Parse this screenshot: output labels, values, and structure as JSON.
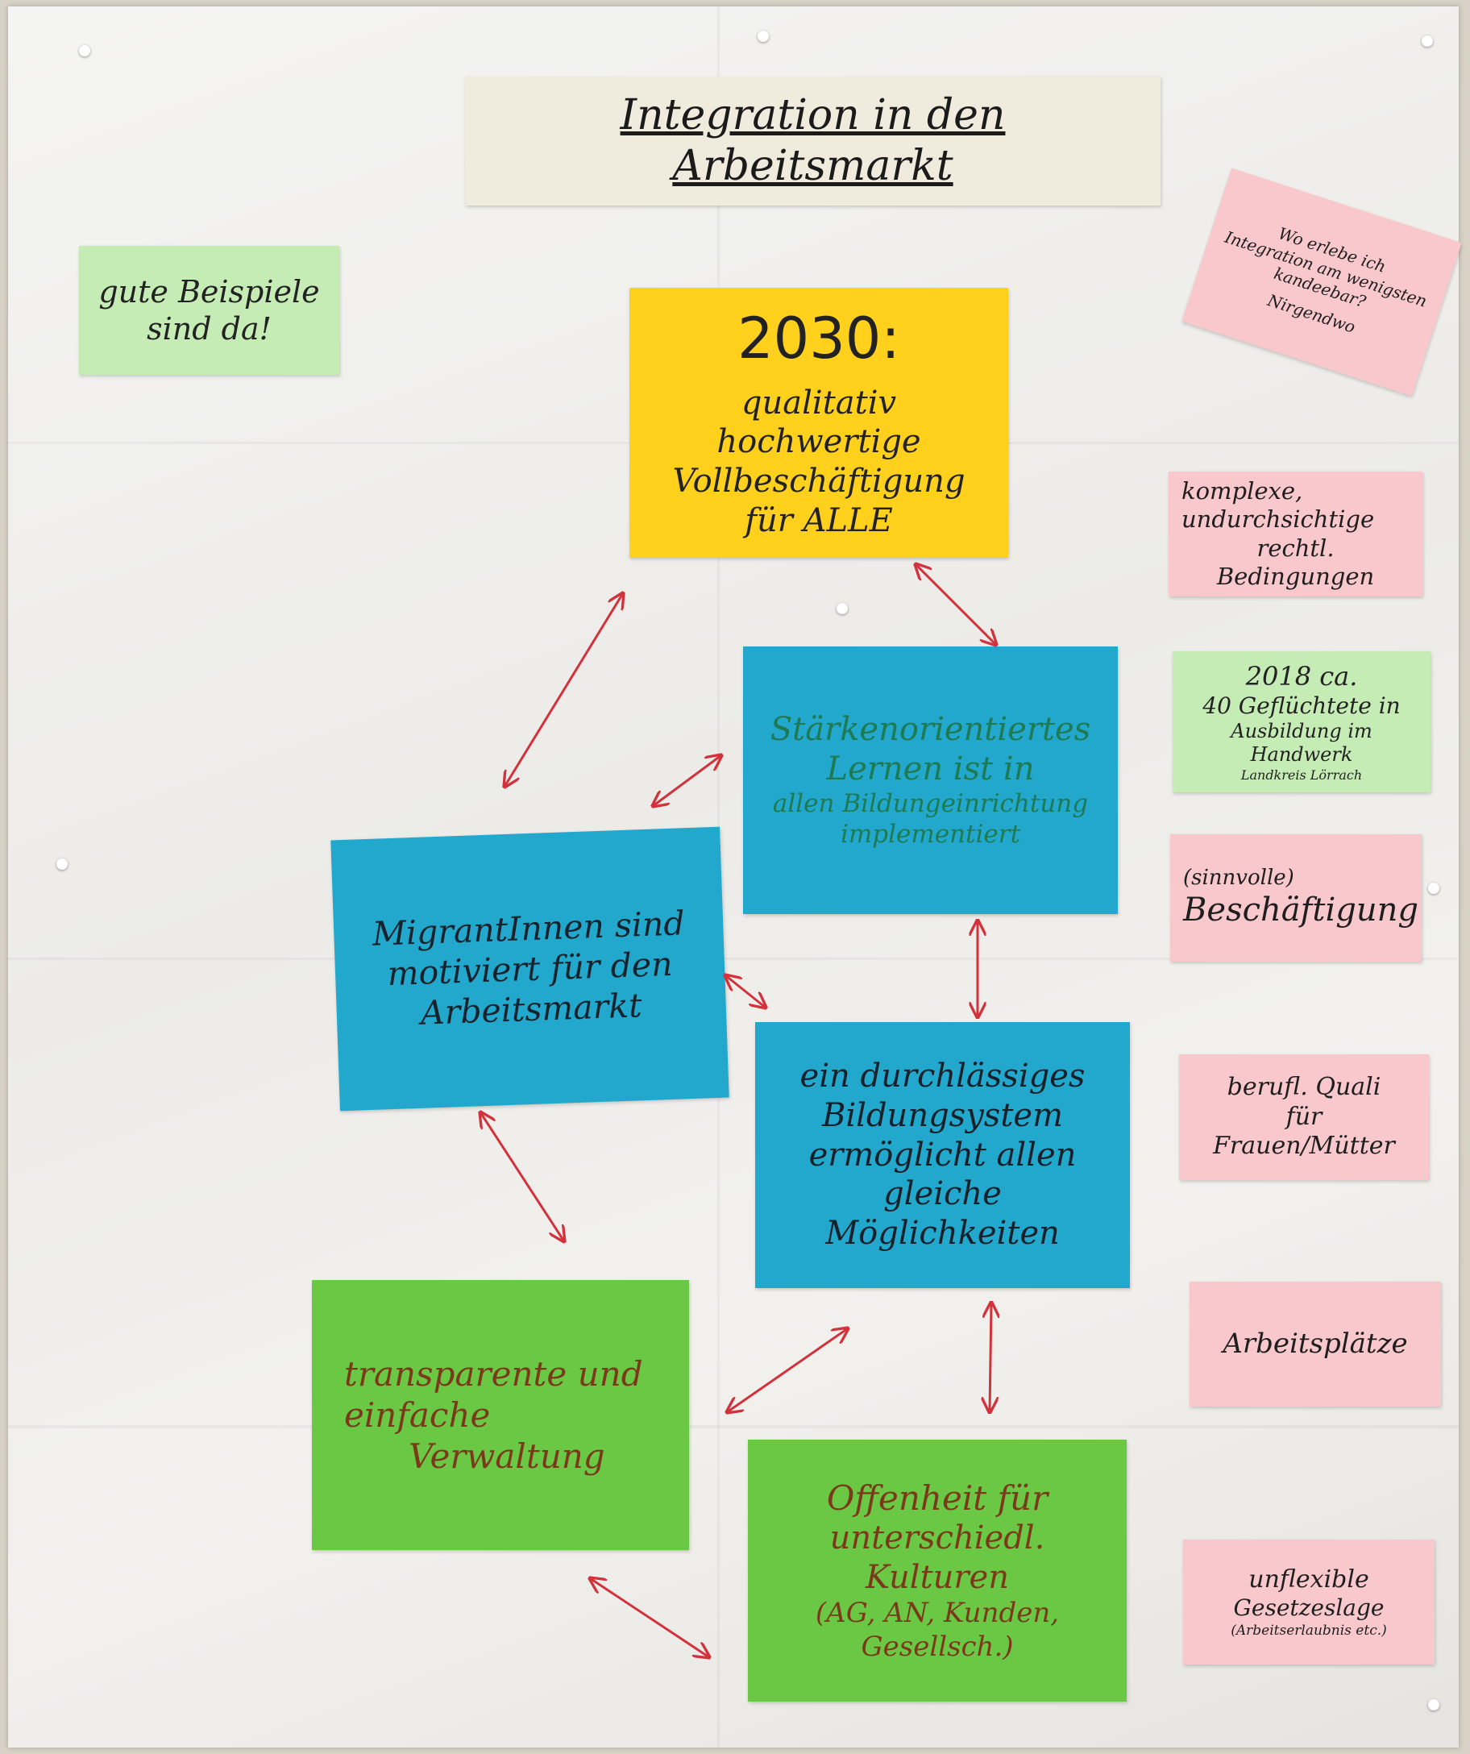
{
  "title": "Integration in den Arbeitsmarkt",
  "goal": {
    "heading": "2030:",
    "lines": [
      "qualitativ hochwertige",
      "Vollbeschäftigung",
      "für  ALLE"
    ]
  },
  "left_note": {
    "lines": [
      "gute Beispiele",
      "sind da!"
    ]
  },
  "blue_cards": {
    "staerken": {
      "lines": [
        "Stärkenorientiertes",
        "Lernen ist in",
        "allen Bildungeinrichtung",
        "implementiert"
      ]
    },
    "migranten": {
      "lines": [
        "MigrantInnen sind",
        "motiviert für den",
        "Arbeitsmarkt"
      ]
    },
    "bildung": {
      "lines": [
        "ein durchlässiges",
        "Bildungsystem",
        "ermöglicht allen",
        "gleiche Möglichkeiten"
      ]
    }
  },
  "green_cards": {
    "verwaltung": {
      "lines": [
        "transparente und",
        "einfache",
        "Verwaltung"
      ]
    },
    "offenheit": {
      "lines": [
        "Offenheit für",
        "unterschiedl. Kulturen",
        "(AG, AN, Kunden, Gesellsch.)"
      ]
    }
  },
  "side_notes": {
    "rotated_pink": {
      "lines": [
        "Wo erlebe ich",
        "Integration am wenigsten",
        "kandeebar?",
        "Nirgendwo"
      ]
    },
    "komplexe": {
      "lines": [
        "komplexe,",
        "undurchsichtige",
        "rechtl. Bedingungen"
      ]
    },
    "gefluechtete": {
      "lines": [
        "2018  ca.",
        "40 Geflüchtete in",
        "Ausbildung im Handwerk",
        "Landkreis Lörrach"
      ]
    },
    "beschaeftigung": {
      "lines": [
        "(sinnvolle)",
        "Beschäftigung"
      ]
    },
    "quali": {
      "lines": [
        "berufl. Quali",
        "für Frauen/Mütter"
      ]
    },
    "arbeitsplaetze": {
      "lines": [
        "Arbeitsplätze"
      ]
    },
    "unflexible": {
      "lines": [
        "unflexible",
        "Gesetzeslage",
        "(Arbeitserlaubnis etc.)"
      ]
    }
  },
  "colors": {
    "arrow": "#d2323c",
    "yellow_card": "#ffd01c",
    "blue_card": "#22a8cc",
    "green_card": "#6bc845",
    "light_green_note": "#c6ecb6",
    "pink_note": "#f8c8cc",
    "title_strip": "#efebdd"
  }
}
